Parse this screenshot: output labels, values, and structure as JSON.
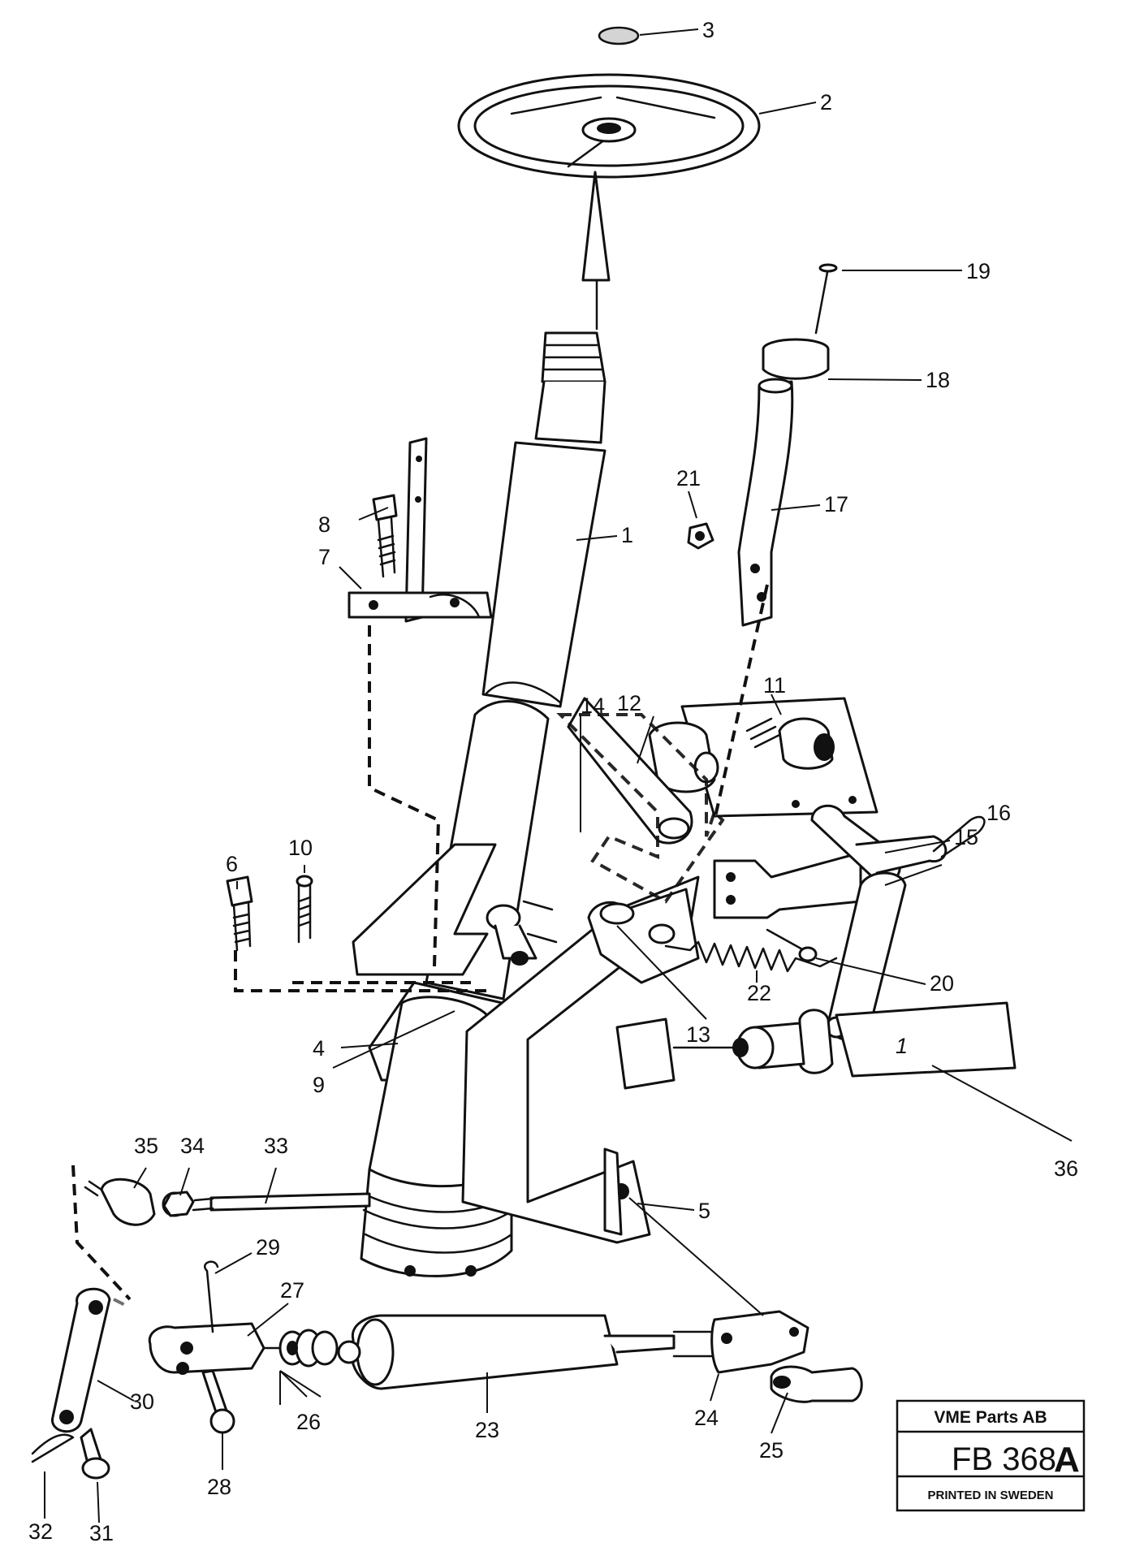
{
  "callouts": {
    "c1": "1",
    "c2": "2",
    "c3": "3",
    "c4": "4",
    "c5": "5",
    "c6": "6",
    "c7": "7",
    "c8": "8",
    "c9": "9",
    "c10": "10",
    "c11": "11",
    "c12": "12",
    "c13": "13",
    "c14": "14",
    "c15": "15",
    "c16": "16",
    "c17": "17",
    "c18": "18",
    "c19": "19",
    "c20": "20",
    "c21": "21",
    "c22": "22",
    "c23": "23",
    "c24": "24",
    "c25": "25",
    "c26": "26",
    "c27": "27",
    "c28": "28",
    "c29": "29",
    "c30": "30",
    "c31": "31",
    "c32": "32",
    "c33": "33",
    "c34": "34",
    "c35": "35",
    "c36": "36"
  },
  "inline_marks": {
    "shaft_mark": "1"
  },
  "title_block": {
    "company": "VME Parts AB",
    "drawing_number": "FB 368",
    "revision": "A",
    "printed": "PRINTED IN SWEDEN"
  }
}
